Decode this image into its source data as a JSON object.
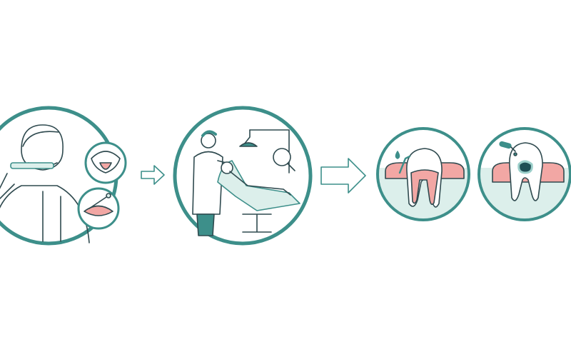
{
  "colors": {
    "teal": "#3d8f8a",
    "line": "#2f4a4f",
    "gum": "#f2a7a4",
    "gum_light": "#fbd9d6",
    "bone": "#dcefeb",
    "cavity": "#1f4f55"
  },
  "steps": [
    {
      "id": "home-care",
      "icons": [
        "person-brushing-teeth-icon",
        "tongue-icon",
        "dental-mirror-icon"
      ]
    },
    {
      "id": "dental-visit",
      "icons": [
        "dentist-icon",
        "patient-in-chair-icon",
        "dental-lamp-icon",
        "magnifier-icon"
      ]
    },
    {
      "id": "gum-disease",
      "icons": [
        "tooth-with-gum-inflammation-icon",
        "water-drop-icon",
        "scaler-icon"
      ]
    },
    {
      "id": "tooth-decay",
      "icons": [
        "tooth-with-cavity-icon",
        "dental-probe-icon"
      ]
    }
  ],
  "arrows": [
    "arrow-right-icon",
    "arrow-right-icon"
  ]
}
